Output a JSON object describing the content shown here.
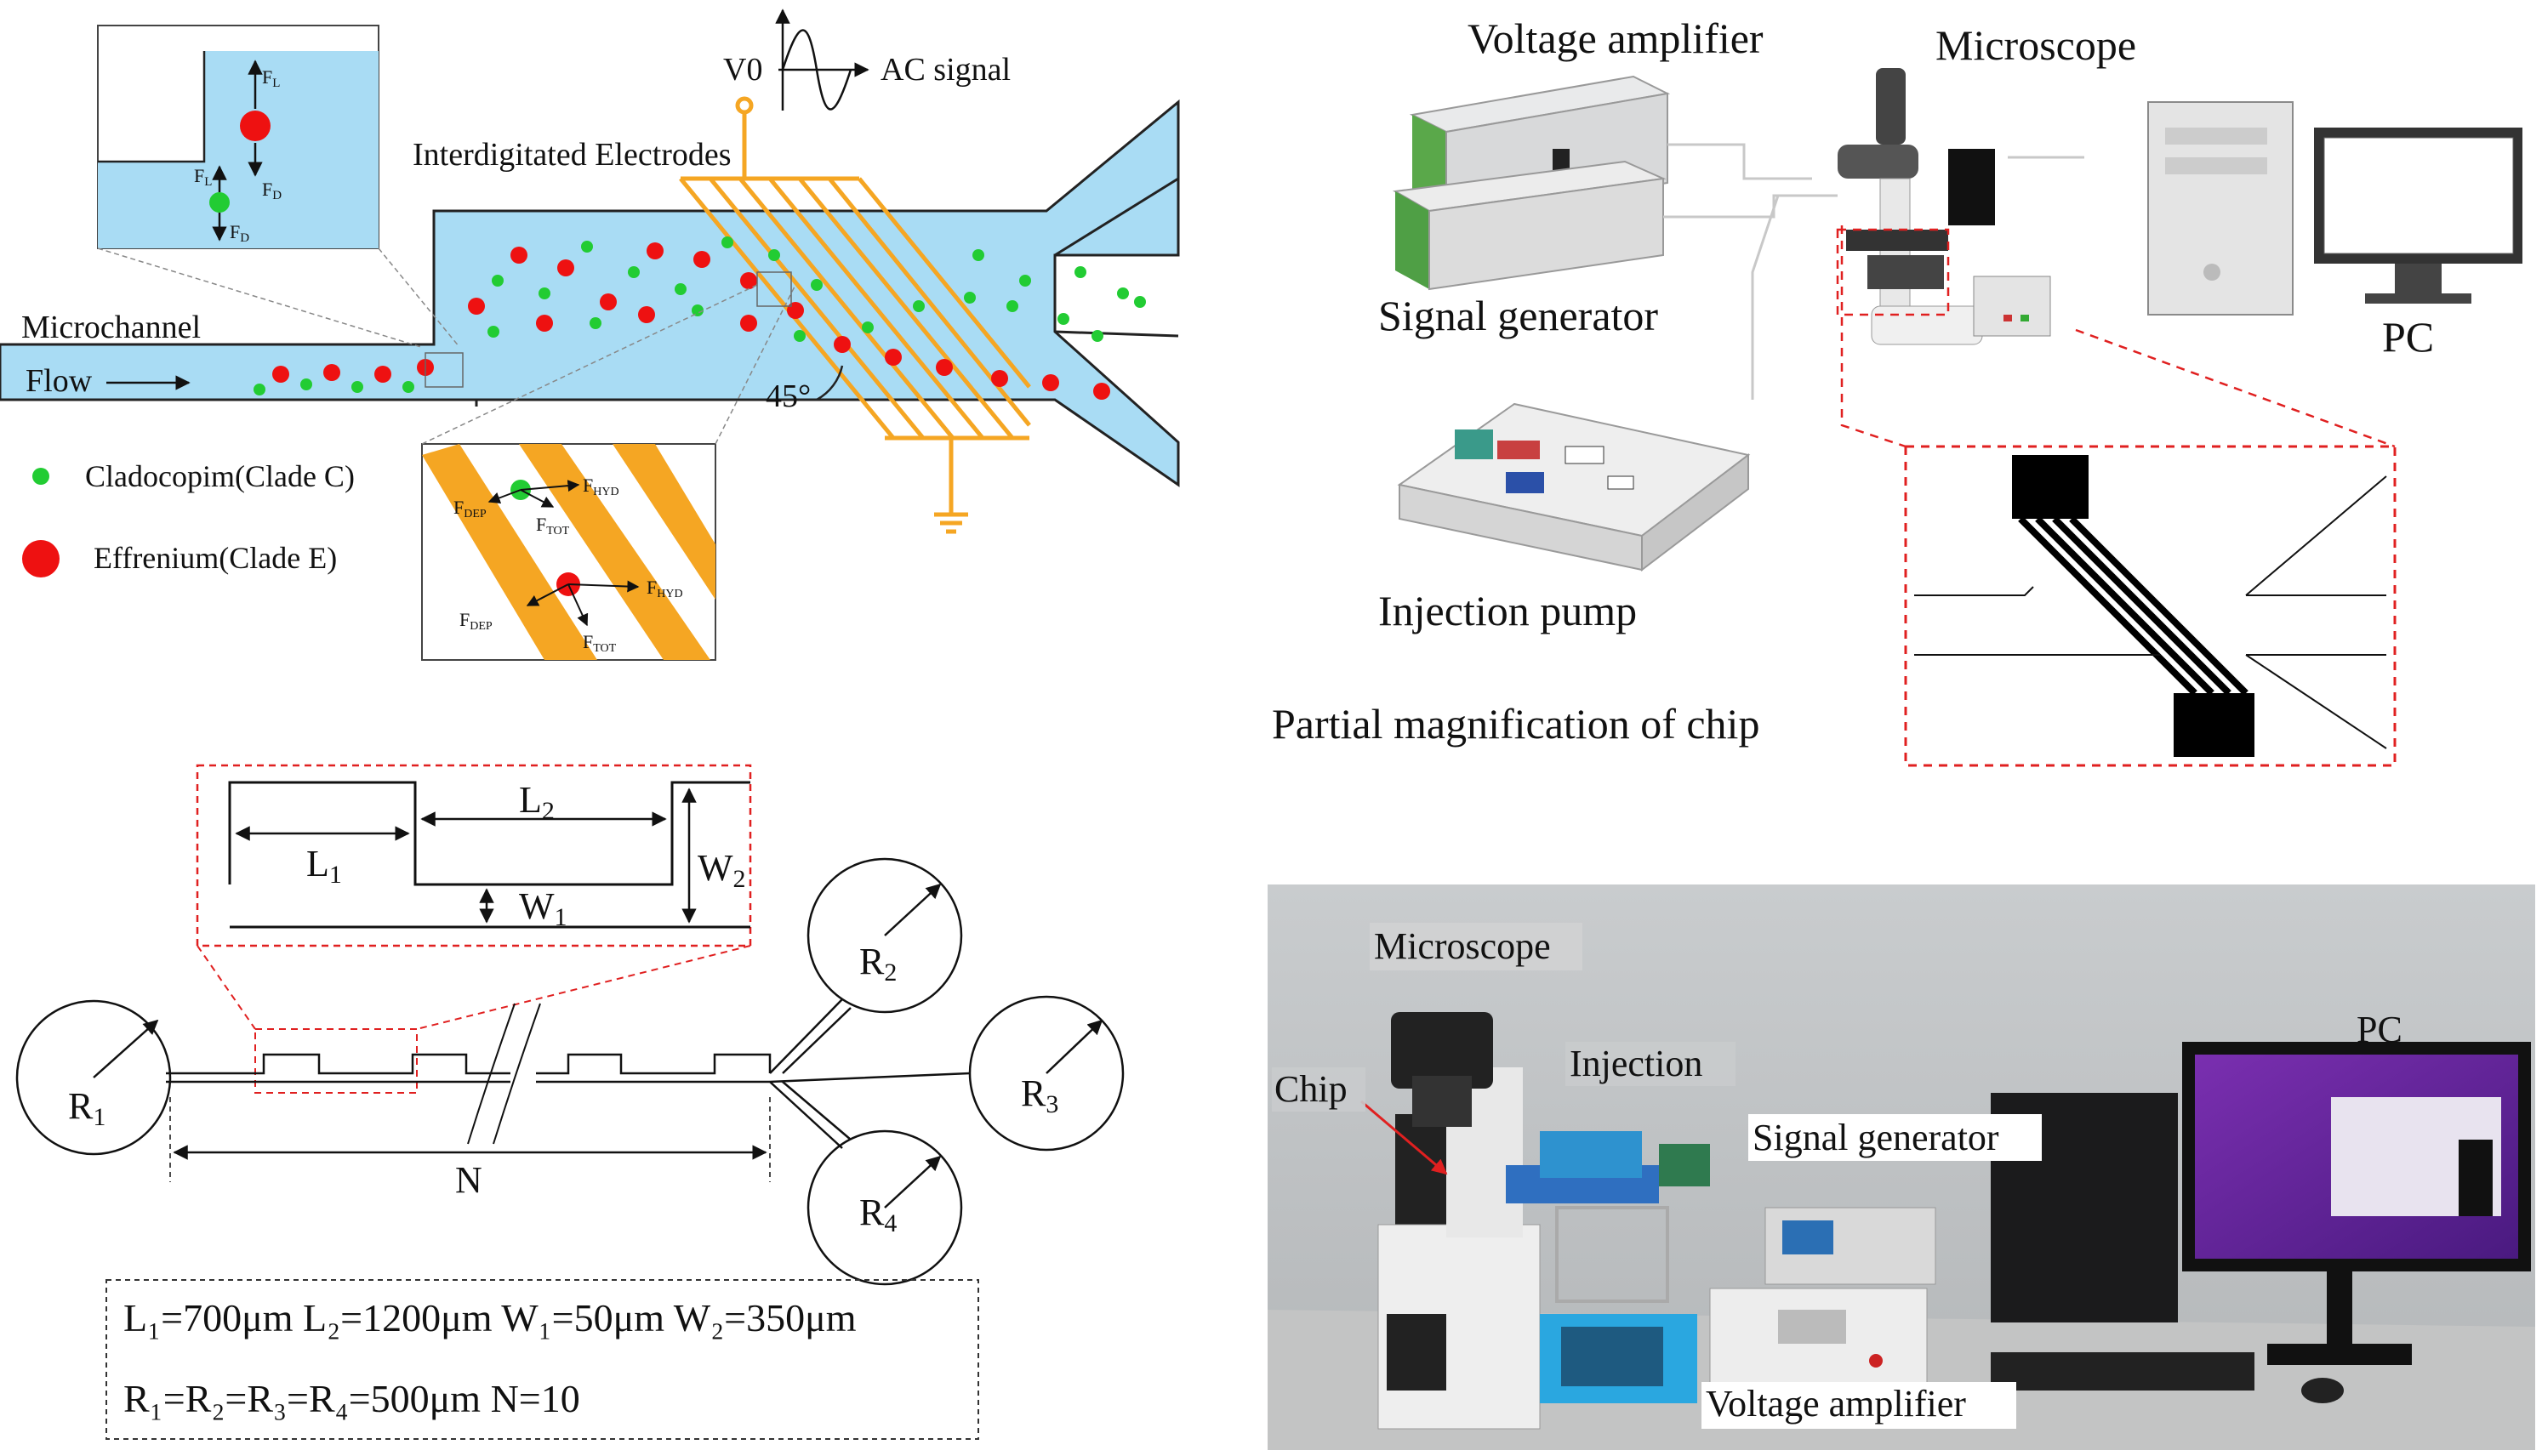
{
  "panel_a": {
    "signal_v": "V0",
    "signal_label": "AC signal",
    "electrodes_label": "Interdigitated Electrodes",
    "channel_label": "Microchannel",
    "flow_label": "Flow",
    "angle_label": "45°",
    "legend": [
      {
        "label": "Cladocopim(Clade C)",
        "color": "#22cc33"
      },
      {
        "label": "Effrenium(Clade E)",
        "color": "#ee1111"
      }
    ],
    "inset_forces_top": {
      "fl": "F",
      "fl_sub": "L",
      "fd": "F",
      "fd_sub": "D"
    },
    "inset_forces_bottom": {
      "fdep": "F",
      "fdep_sub": "DEP",
      "fhyd": "F",
      "fhyd_sub": "HYD",
      "ftot": "F",
      "ftot_sub": "TOT"
    },
    "colors": {
      "channel": "#a9dcf4",
      "electrode": "#f5a623",
      "outline": "#2a2a2a"
    }
  },
  "panel_b": {
    "voltage_amplifier": "Voltage amplifier",
    "microscope": "Microscope",
    "signal_generator": "Signal generator",
    "injection_pump": "Injection pump",
    "pc": "PC",
    "magnification": "Partial magnification of chip"
  },
  "panel_c": {
    "l1": "L",
    "l1_sub": "1",
    "l2": "L",
    "l2_sub": "2",
    "w1": "W",
    "w1_sub": "1",
    "w2": "W",
    "w2_sub": "2",
    "r1": "R",
    "r1_sub": "1",
    "r2": "R",
    "r2_sub": "2",
    "r3": "R",
    "r3_sub": "3",
    "r4": "R",
    "r4_sub": "4",
    "n": "N",
    "params_line1": "L₁=700μm L₂=1200μm W₁=50μm W₂=350μm",
    "params_line2": "R₁=R₂=R₃=R₄=500μm    N=10"
  },
  "panel_d": {
    "microscope": "Microscope",
    "chip": "Chip",
    "injection": "Injection",
    "signal_generator": "Signal generator",
    "pc": "PC",
    "voltage_amplifier": "Voltage amplifier"
  }
}
